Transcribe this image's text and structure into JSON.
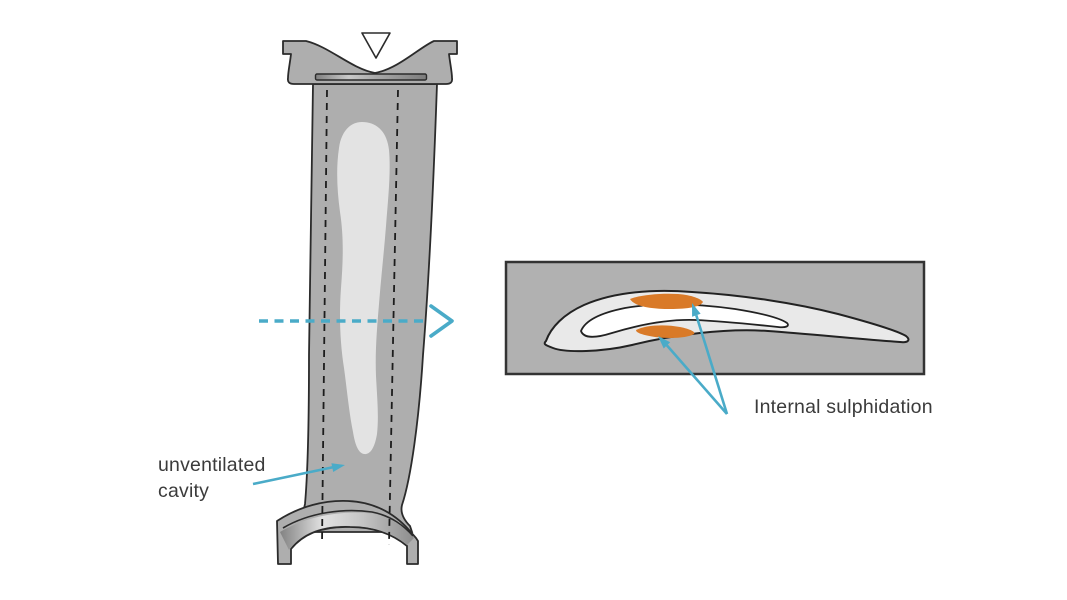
{
  "colors": {
    "teal": "#4aabc8",
    "orange": "#d97a28",
    "blade-gray": "#aeaeae",
    "blade-cavity-gray": "#e3e3e3",
    "box-gray": "#b1b1b1",
    "airfoil-gray": "#e9e9e9",
    "outline": "#2b2b2b",
    "text": "#3b3b3b",
    "white": "#ffffff"
  },
  "labels": {
    "unventilated_cavity": {
      "line1": "unventilated",
      "line2": "cavity"
    },
    "internal_sulphidation": "Internal sulphidation"
  }
}
